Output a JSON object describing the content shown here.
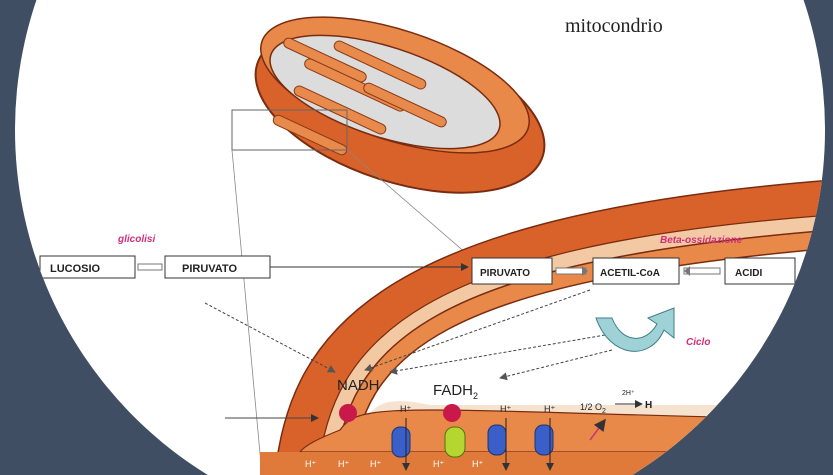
{
  "title": "mitocondrio",
  "labels": {
    "glicolisi": "glicolisi",
    "beta_ossidazione": "Beta-ossidazione",
    "ciclo": "Ciclo"
  },
  "boxes": {
    "glucosio": "LUCOSIO",
    "piruvato_left": "PIRUVATO",
    "piruvato_right": "PIRUVATO",
    "acetil_coa": "ACETIL-CoA",
    "acidi": "ACIDI"
  },
  "molecules": {
    "nadh": "NADH",
    "fadh_main": "FADH",
    "fadh_sub": "2"
  },
  "protons": {
    "h_label": "H⁺",
    "h_plain": "H",
    "half": "1/2 O",
    "o2_sub": "2",
    "two_h": "2H⁺"
  },
  "colors": {
    "background": "#3f4e63",
    "membrane_outer": "#d9622b",
    "membrane_inner": "#f0a070",
    "cristae": "#e8894a",
    "label_pink": "#d0307a"
  }
}
